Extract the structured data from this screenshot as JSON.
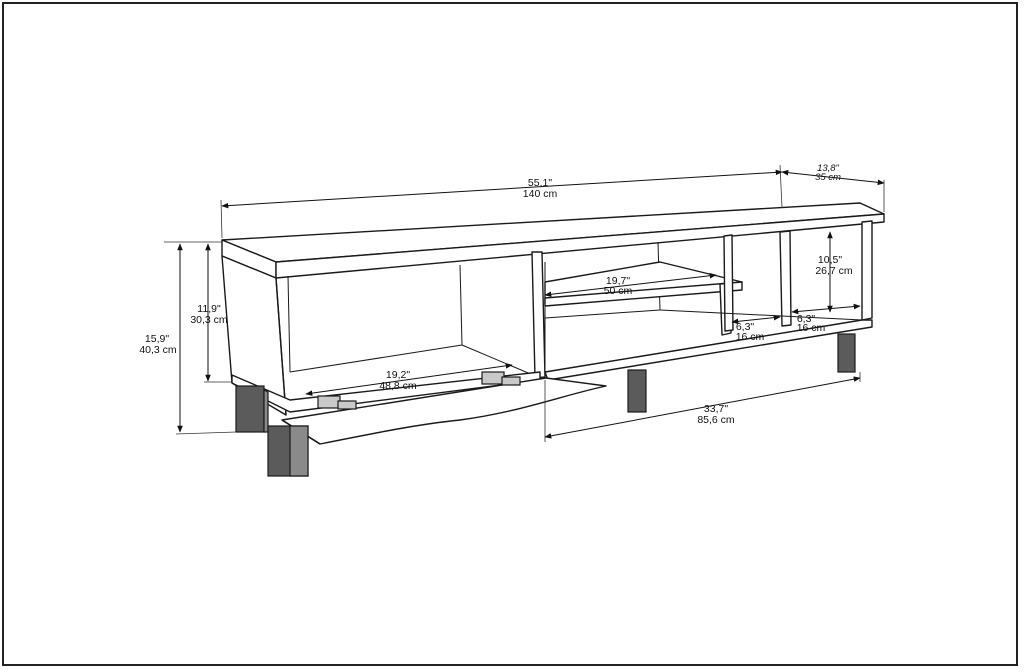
{
  "dimensions": {
    "width_in": "55,1\"",
    "width_cm": "140 cm",
    "depth_in": "13,8\"",
    "depth_cm": "35 cm",
    "total_height_in": "15,9\"",
    "total_height_cm": "40,3 cm",
    "cabinet_height_in": "11,9\"",
    "cabinet_height_cm": "30,3 cm",
    "door_width_in": "19,2\"",
    "door_width_cm": "48,8 cm",
    "shelf_width_in": "19,7\"",
    "shelf_width_cm": "50 cm",
    "niche_height_in": "10,5\"",
    "niche_height_cm": "26,7 cm",
    "niche_a_width_in": "6,3\"",
    "niche_a_width_cm": "16 cm",
    "niche_b_width_in": "6,3\"",
    "niche_b_width_cm": "16 cm",
    "leg_span_in": "33,7\"",
    "leg_span_cm": "85,6 cm"
  }
}
